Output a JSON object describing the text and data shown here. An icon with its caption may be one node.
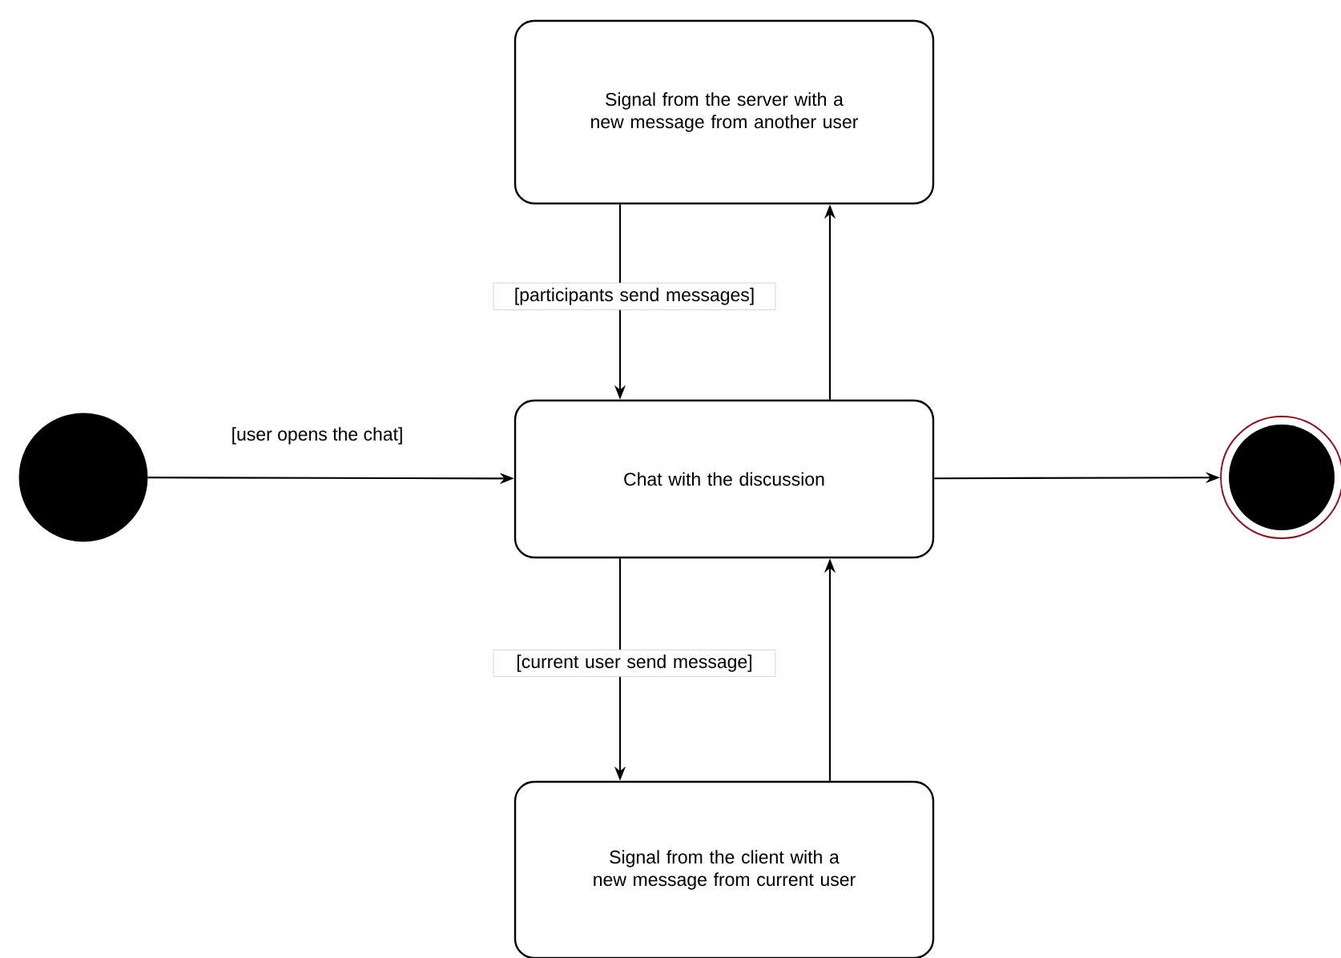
{
  "diagram": {
    "nodes": [
      {
        "text": [],
        "shape": "circle"
      },
      {
        "text": [
          "Signal from the server with a new message from another user"
        ]
      },
      {
        "text": [
          "Chat with the discussion"
        ]
      },
      {
        "text": [
          "Signal from the client with a new message from current user"
        ]
      },
      {
        "text": [],
        "shape": "circle"
      }
    ],
    "edges": [
      {
        "from": 0,
        "to": 2,
        "arrow": "to",
        "label": "[user opens the chat]"
      },
      {
        "from": 1,
        "to": 2,
        "arrow": "to",
        "label": "[participants send messages]"
      },
      {
        "from": 2,
        "to": 1,
        "arrow": "to"
      },
      {
        "from": 2,
        "to": 3,
        "arrow": "to",
        "label": "[current user send message]"
      },
      {
        "from": 3,
        "to": 2,
        "arrow": "to"
      },
      {
        "from": 2,
        "to": 4,
        "arrow": "to"
      }
    ]
  }
}
